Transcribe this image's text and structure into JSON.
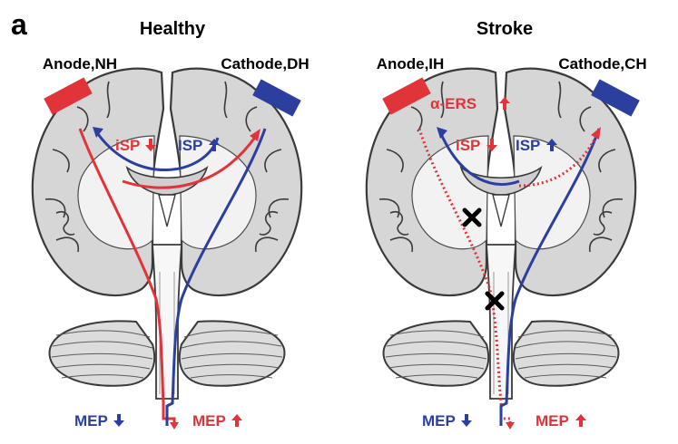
{
  "panel_label": "a",
  "colors": {
    "red": "#e0343a",
    "blue": "#2c3f9e",
    "tissue": "#d6d6d6",
    "outline": "#3a3a3a",
    "white_matter": "#f4f4f4"
  },
  "healthy": {
    "title": "Healthy",
    "anode": "Anode,NH",
    "cathode": "Cathode,DH",
    "isp_left": "iSP",
    "isp_right": "ISP",
    "mep_left": "MEP",
    "mep_right": "MEP"
  },
  "stroke": {
    "title": "Stroke",
    "anode": "Anode,IH",
    "cathode": "Cathode,CH",
    "ers": "α-ERS",
    "isp_left": "iSP",
    "isp_right": "ISP",
    "mep_left": "MEP",
    "mep_right": "MEP"
  },
  "icons": [
    "arrow-up-icon",
    "arrow-down-icon",
    "lesion-cross-icon",
    "electrode-icon"
  ]
}
